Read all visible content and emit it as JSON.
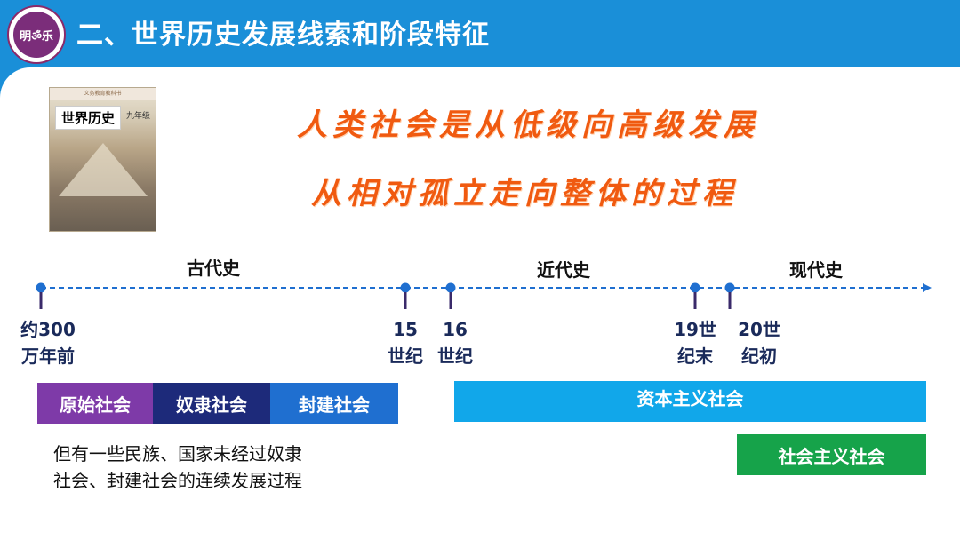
{
  "header": {
    "title": "二、世界历史发展线索和阶段特征",
    "logo_text": "明ॐ乐"
  },
  "book": {
    "top_line": "义务教育教科书",
    "title": "世界历史",
    "grade": "九年级"
  },
  "motto": {
    "line1": "人类社会是从低级向高级发展",
    "line2": "从相对孤立走向整体的过程"
  },
  "eras": {
    "ancient": "古代史",
    "modern": "近代史",
    "contemporary": "现代史"
  },
  "timeline_labels": {
    "start_line1": "约300",
    "start_line2": "万年前",
    "c15_line1": "15",
    "c15_line2": "世纪",
    "c16_line1": "16",
    "c16_line2": "世纪",
    "c19_line1": "19世",
    "c19_line2": "纪末",
    "c20_line1": "20世",
    "c20_line2": "纪初"
  },
  "societies": {
    "primitive": "原始社会",
    "slave": "奴隶社会",
    "feudal": "封建社会",
    "capitalist": "资本主义社会",
    "socialist": "社会主义社会"
  },
  "note": {
    "line1": "但有一些民族、国家未经过奴隶",
    "line2": "社会、封建社会的连续发展过程"
  },
  "colors": {
    "header_blue": "#1a8fd8",
    "motto_orange": "#f05a10",
    "primitive_purple": "#7e3aa8",
    "slave_navy": "#1d2a7a",
    "feudal_blue": "#1f6fd0",
    "capitalist_cyan": "#11a7ea",
    "socialist_green": "#16a34a",
    "timeline_blue": "#1f6fd0"
  }
}
